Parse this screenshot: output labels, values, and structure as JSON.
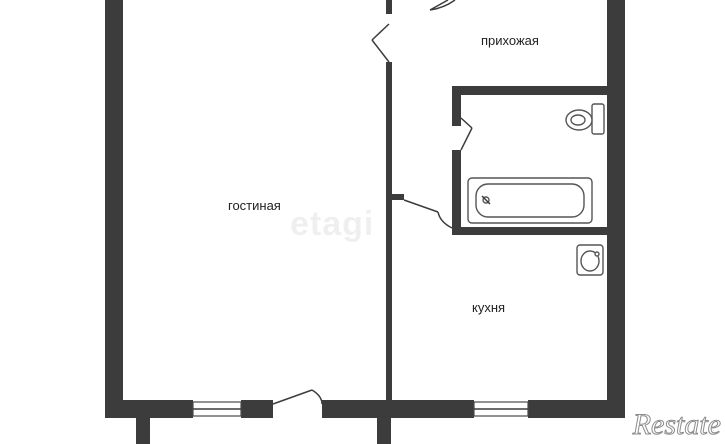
{
  "rooms": {
    "hallway": "прихожая",
    "living_room": "гостиная",
    "kitchen": "кухня"
  },
  "watermark": "etagi",
  "brand_logo": "Restate",
  "colors": {
    "wall": "#3c3c3c",
    "background": "#ffffff"
  }
}
